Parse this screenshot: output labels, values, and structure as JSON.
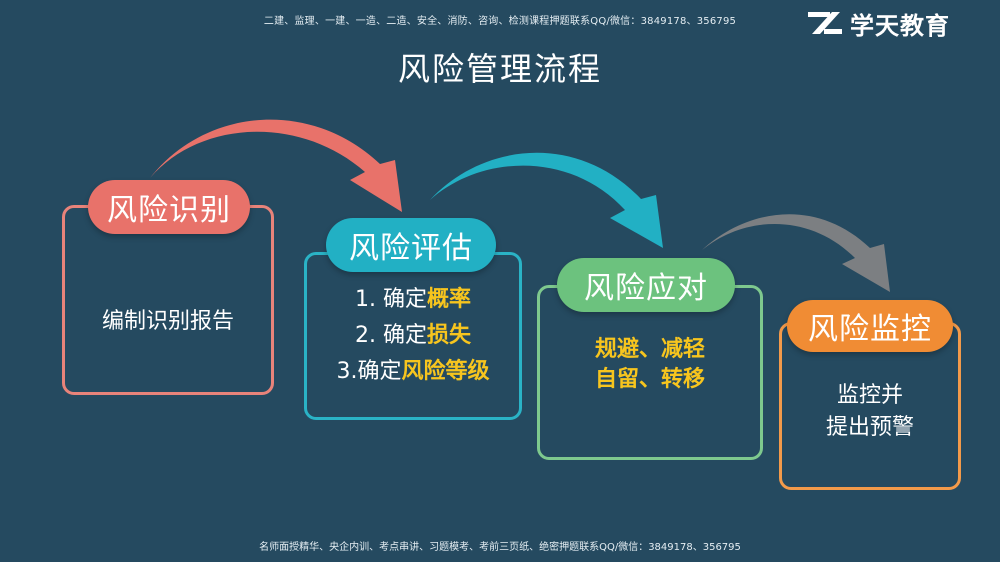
{
  "header": {
    "banner": "二建、监理、一建、一造、二造、安全、消防、咨询、检测课程押题联系QQ/微信：3849178、356795",
    "logo_text": "学天教育"
  },
  "title": "风险管理流程",
  "steps": [
    {
      "label": "风险识别",
      "lines": [
        "编制识别报告"
      ]
    },
    {
      "label": "风险评估",
      "items": [
        {
          "prefix": "1. 确定",
          "highlight": "概率"
        },
        {
          "prefix": "2. 确定",
          "highlight": "损失"
        },
        {
          "prefix": "3.确定",
          "highlight": "风险等级"
        }
      ]
    },
    {
      "label": "风险应对",
      "lines": [
        "规避、减轻",
        "自留、转移"
      ]
    },
    {
      "label": "风险监控",
      "lines": [
        "监控并",
        "提出预警"
      ]
    }
  ],
  "footer": {
    "banner": "名师面授精华、央企内训、考点串讲、习题模考、考前三页纸、绝密押题联系QQ/微信：3849178、356795"
  },
  "colors": {
    "background": "#254a60",
    "step1": "#e8726a",
    "step2": "#22b0c4",
    "step3": "#6cc27e",
    "step4": "#f08c34",
    "highlight": "#f7c51e",
    "arrow3": "#7c7f82"
  }
}
